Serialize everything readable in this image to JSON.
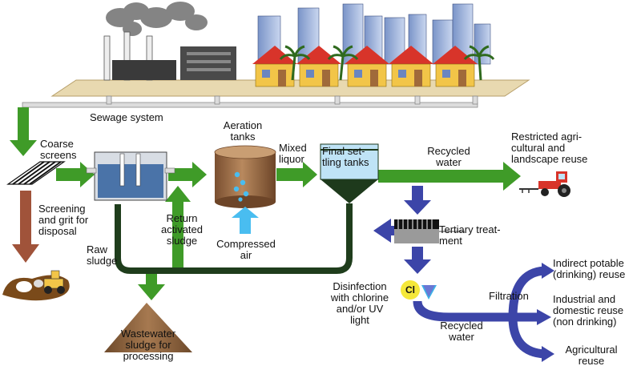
{
  "labels": {
    "sewage_system": "Sewage system",
    "coarse_screens": "Coarse\nscreens",
    "screening_grit": "Screening\nand grit for\ndisposal",
    "raw_sludge": "Raw\nsludge",
    "aeration_tanks": "Aeration\ntanks",
    "mixed_liquor": "Mixed\nliquor",
    "final_settling": "Final set-\ntling tanks",
    "recycled_water_top": "Recycled\nwater",
    "restricted_reuse": "Restricted agri-\ncultural and\nlandscape reuse",
    "return_activated_sludge": "Return\nactivated\nsludge",
    "compressed_air": "Compressed\nair",
    "tertiary_treatment": "Tertiary treat-\nment",
    "disinfection": "Disinfection\nwith chlorine\nand/or UV\nlight",
    "chlorine_symbol": "Cl",
    "recycled_water_bottom": "Recycled\nwater",
    "filtration": "Filtration",
    "indirect_potable": "Indirect potable\n(drinking) reuse",
    "industrial_domestic": "Industrial and\ndomestic reuse\n(non drinking)",
    "agricultural_reuse": "Agricultural\nreuse",
    "wastewater_sludge": "Wastewater\nsludge for\nprocessing"
  },
  "colors": {
    "green_arrow": "#3f9b28",
    "brown_arrow": "#a0533a",
    "blue_arrow": "#3c45a8",
    "sludge_pipe": "#1f3d1c",
    "tank_brown": "#9a6a44",
    "settling_tank": "#1e3a1c",
    "air_arrow": "#49bdf0",
    "ground": "#e8d9b0",
    "tractor_red": "#d8342a"
  }
}
